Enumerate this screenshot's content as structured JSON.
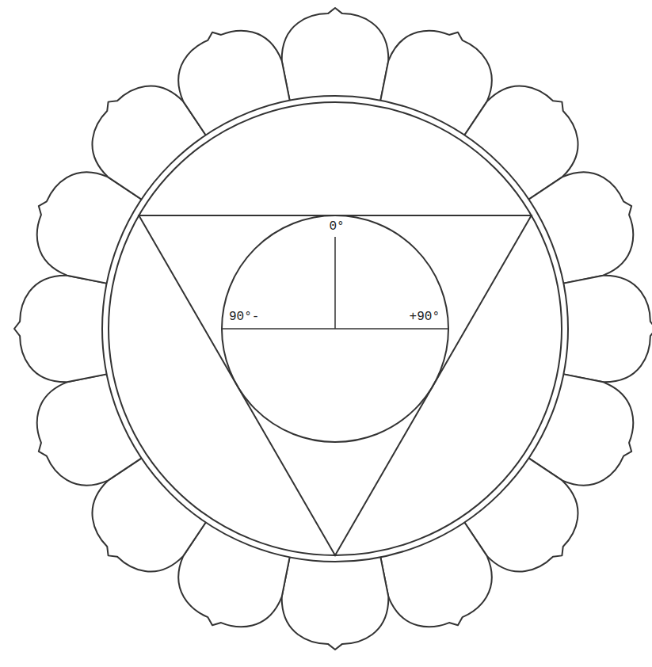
{
  "diagram": {
    "labels": [
      "0°",
      "90°-",
      "+90°"
    ]
  }
}
